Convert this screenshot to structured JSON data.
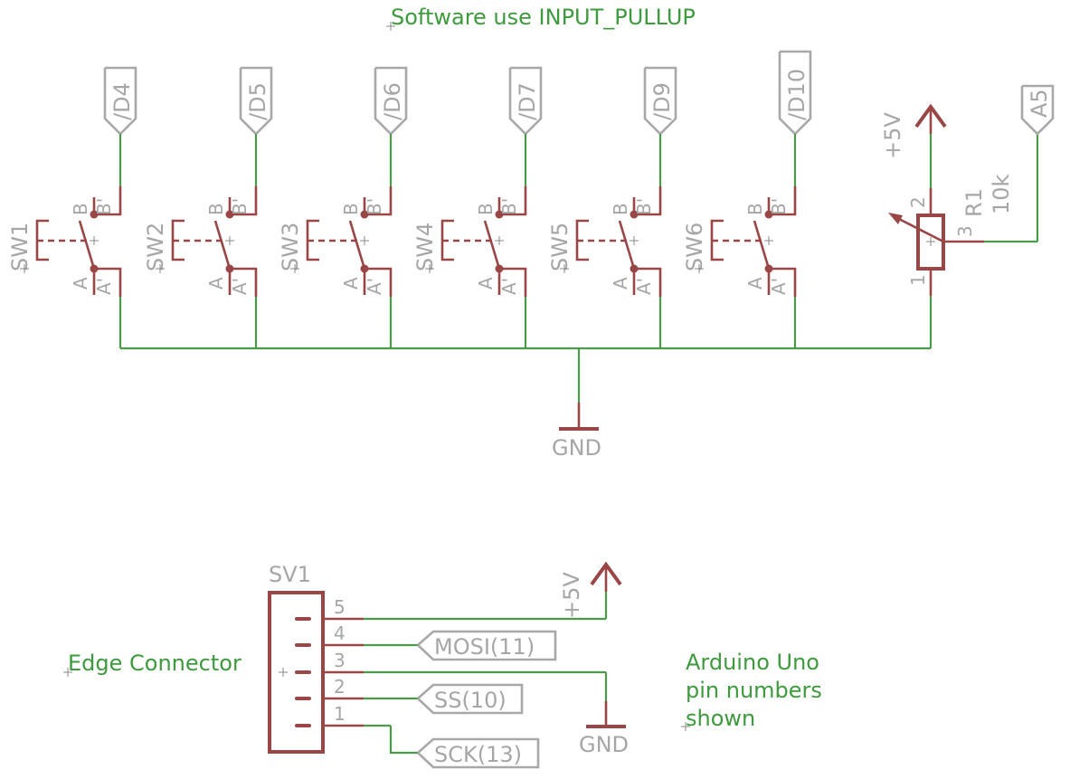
{
  "title": "Software use INPUT_PULLUP",
  "notes": {
    "edge_connector": "Edge Connector",
    "arduino_note": [
      "Arduino Uno",
      "pin numbers",
      "shown"
    ]
  },
  "switches": [
    {
      "name": "SW1",
      "net": "/D4"
    },
    {
      "name": "SW2",
      "net": "/D5"
    },
    {
      "name": "SW3",
      "net": "/D6"
    },
    {
      "name": "SW4",
      "net": "/D7"
    },
    {
      "name": "SW5",
      "net": "/D9"
    },
    {
      "name": "SW6",
      "net": "/D10"
    }
  ],
  "switch_pins": {
    "a": "A",
    "a2": "A'",
    "b": "B",
    "b2": "B'"
  },
  "pot": {
    "name": "R1",
    "value": "10k",
    "pins": [
      "1",
      "2",
      "3"
    ],
    "supply": "+5V",
    "net": "A5"
  },
  "gnd_label": "GND",
  "connector": {
    "name": "SV1",
    "pins": [
      {
        "num": "5",
        "net": "+5V"
      },
      {
        "num": "4",
        "net": "MOSI(11)"
      },
      {
        "num": "3",
        "net": "GND"
      },
      {
        "num": "2",
        "net": "SS(10)"
      },
      {
        "num": "1",
        "net": "SCK(13)"
      }
    ]
  },
  "colors": {
    "wire": "#4a9a4a",
    "symbol": "#9a4646",
    "label": "#a8a8a8",
    "note": "#3d9a3d"
  }
}
